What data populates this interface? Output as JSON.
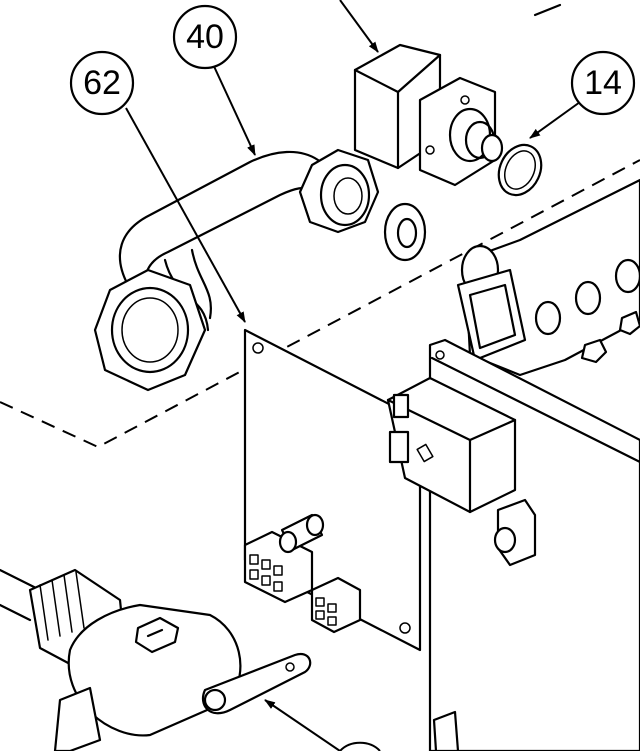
{
  "callouts": [
    {
      "id": "callout-40",
      "label": "40"
    },
    {
      "id": "callout-62",
      "label": "62"
    },
    {
      "id": "callout-14",
      "label": "14"
    }
  ]
}
